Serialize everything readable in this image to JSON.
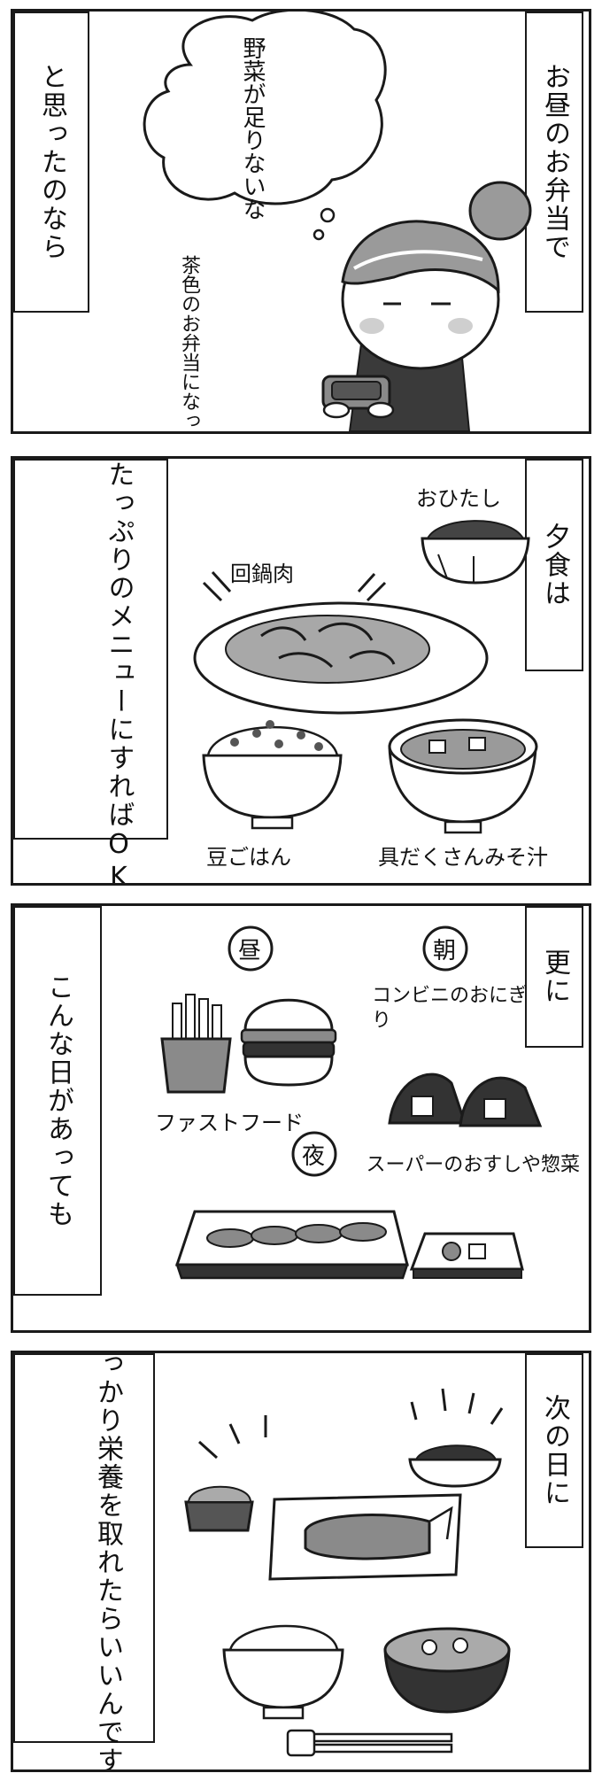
{
  "panels": [
    {
      "narration_right": "お昼のお弁当で",
      "narration_left": "と思ったのなら",
      "thought": "野菜が足りないな",
      "note": "茶色のお弁当になってもうた"
    },
    {
      "narration_right": "夕食は",
      "narration_left": "野菜たっぷりのメニューにすればOK",
      "labels": {
        "ohitashi": "おひたし",
        "hoikoro": "回鍋肉",
        "mamegohan": "豆ごはん",
        "misoshiru": "具だくさんみそ汁"
      }
    },
    {
      "narration_right": "更に",
      "narration_left": "こんな日があっても",
      "labels": {
        "hiru": "昼",
        "asa": "朝",
        "yoru": "夜",
        "onigiri": "コンビニのおにぎり",
        "fastfood": "ファストフード",
        "sushi": "スーパーのおすしや惣菜"
      }
    },
    {
      "narration_right": "次の日に",
      "narration_left": "しっかり栄養を取れたらいいんです"
    }
  ]
}
